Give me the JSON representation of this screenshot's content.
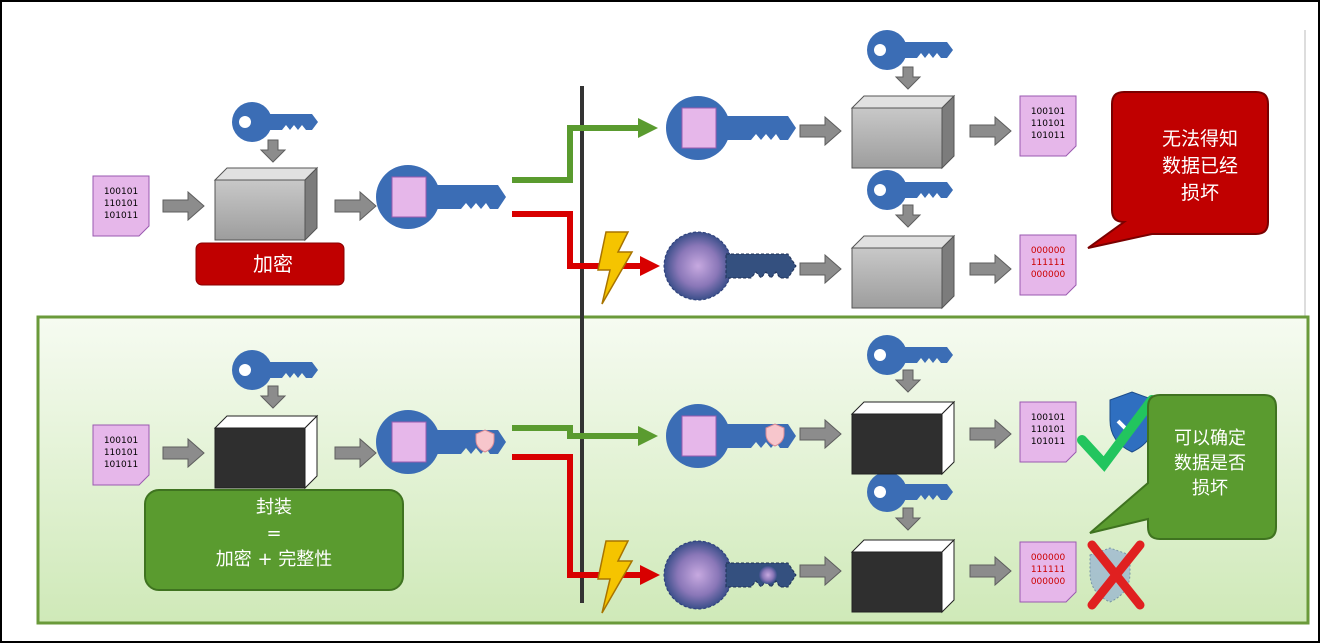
{
  "top": {
    "encrypt_label": "加密",
    "callout": "无法得知\n数据已经\n损坏"
  },
  "bottom": {
    "seal_label": "封装\n=\n加密 + 完整性",
    "callout": "可以确定\n数据是否\n损坏"
  },
  "plain_doc_lines": [
    "100101",
    "110101",
    "101011"
  ],
  "corrupt_doc_lines": [
    "000000",
    "111111",
    "000000"
  ],
  "colors": {
    "key_blue": "#3b6db5",
    "doc_pink": "#e6b7ea",
    "box_gray": "#a9a9a9",
    "box_black": "#2f2f2f",
    "arrow_green": "#5a9b2f",
    "arrow_red": "#d80000",
    "tag_red": "#c00000",
    "tag_green": "#5a9b2f",
    "panel_green": "#dff2cf",
    "check_green": "#22c55e",
    "cross_red": "#e02020",
    "bolt_yellow": "#f5c400"
  },
  "icons": {
    "key": "key-icon",
    "doc": "binary-document-icon",
    "box": "cipher-box-icon",
    "shield": "shield-check-icon",
    "bolt": "lightning-icon",
    "check": "check-icon",
    "cross": "cross-icon"
  }
}
